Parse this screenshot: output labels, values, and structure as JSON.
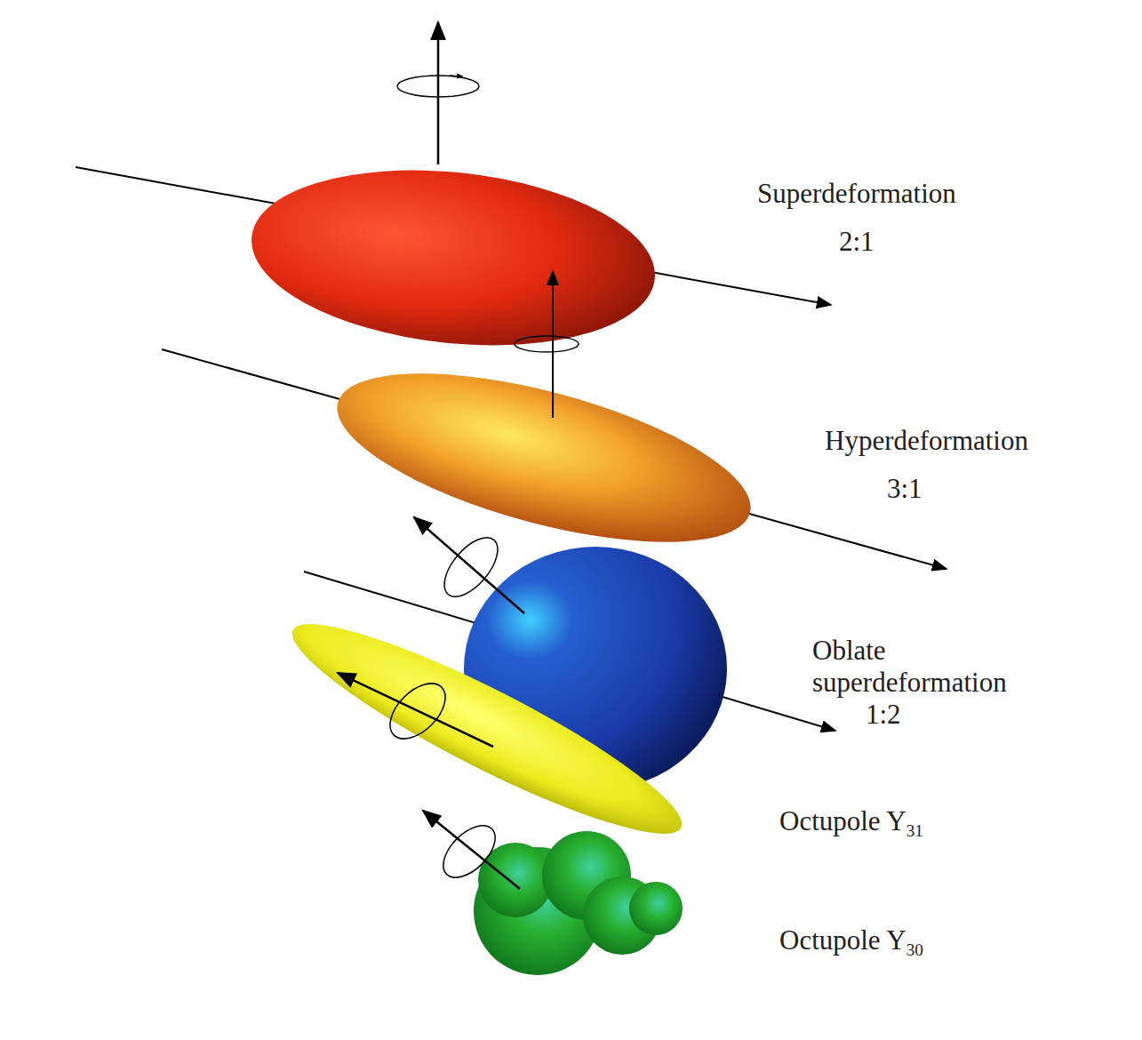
{
  "diagram": {
    "labels": [
      "Superdeformation",
      "2:1",
      "Hyperdeformation",
      "3:1",
      "Oblate superdeformation",
      "1:2",
      "Octupole Y31",
      "Octupole Y30"
    ]
  }
}
